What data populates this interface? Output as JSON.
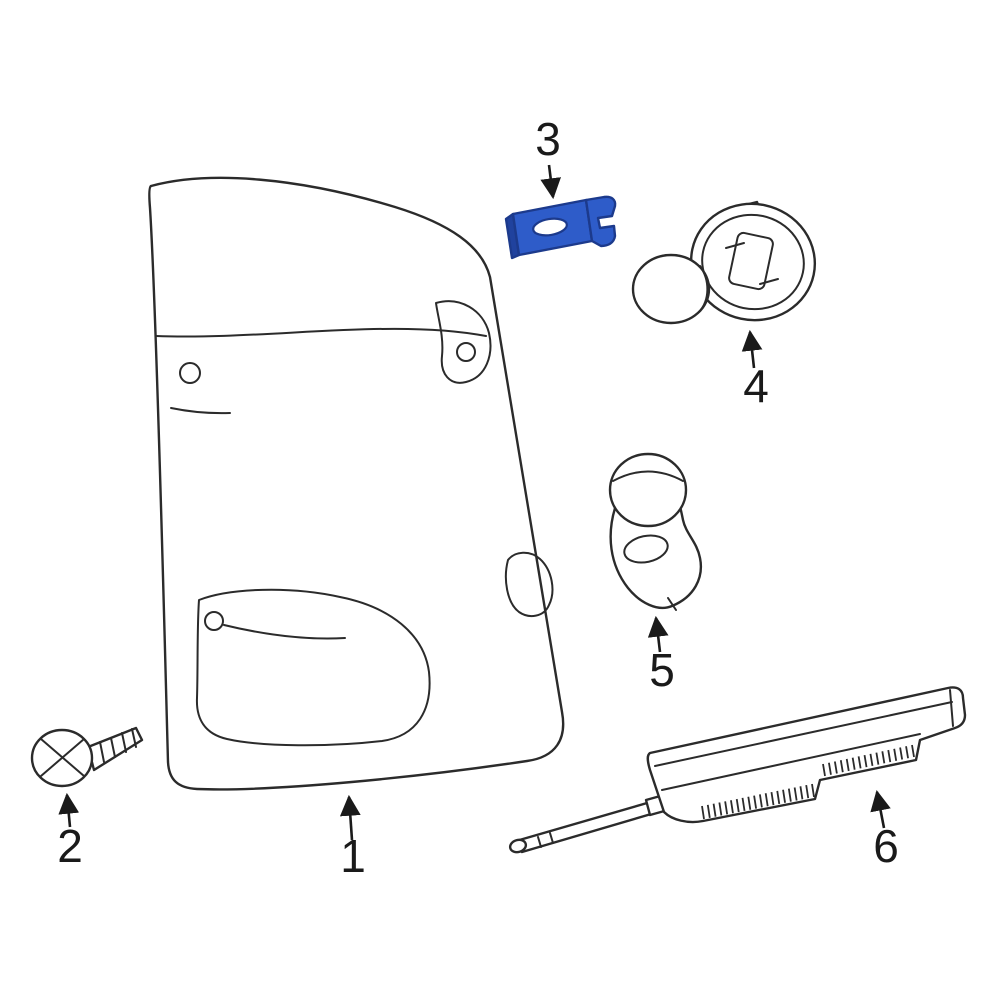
{
  "diagram": {
    "type": "exploded-parts-diagram",
    "background_color": "#ffffff",
    "line_color": "#2b2b2b",
    "highlight_fill": "#2e5cc9",
    "highlight_shade": "#20429e",
    "highlight_edge": "#1c3a8c",
    "callouts": [
      {
        "number": "1",
        "part": "tail-lamp-lens-assembly",
        "highlighted": false
      },
      {
        "number": "2",
        "part": "mounting-screw",
        "highlighted": false
      },
      {
        "number": "3",
        "part": "retainer-clip",
        "highlighted": true
      },
      {
        "number": "4",
        "part": "bulb-socket",
        "highlighted": false
      },
      {
        "number": "5",
        "part": "bulb",
        "highlighted": false
      },
      {
        "number": "6",
        "part": "lamp-trim-bar",
        "highlighted": false
      }
    ]
  }
}
